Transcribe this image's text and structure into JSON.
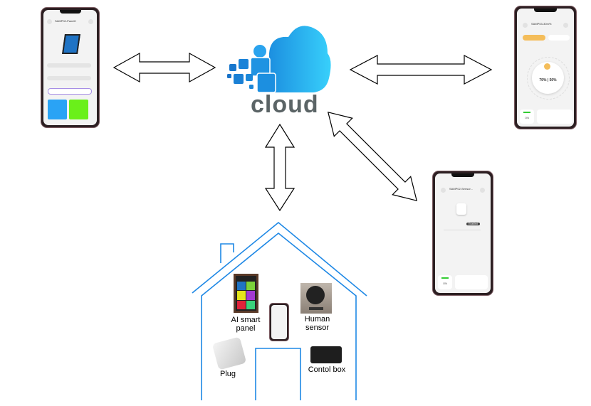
{
  "cloud": {
    "label": "cloud",
    "colors": {
      "cloud_light": "#38d0fb",
      "cloud_dark": "#1c8fe0",
      "text": "#5b6466"
    }
  },
  "house": {
    "outline_color": "#1e88e5",
    "devices": [
      {
        "label_line1": "AI smart",
        "label_line2": "panel"
      },
      {
        "label_line1": "Human",
        "label_line2": "sensor"
      },
      {
        "label": "Plug"
      },
      {
        "label": "Contol box"
      }
    ]
  },
  "phones": {
    "panel": {
      "title": "SAMP02-Panel0",
      "tiles": [
        "#2aa3f5",
        "#6af01a"
      ]
    },
    "climate": {
      "title": "SAMP03-30m%",
      "readout": "79% | 50%",
      "power": "ON"
    },
    "plug": {
      "title": "SAMP02-Sensor...",
      "badge": "Enabled",
      "power": "ON"
    }
  }
}
